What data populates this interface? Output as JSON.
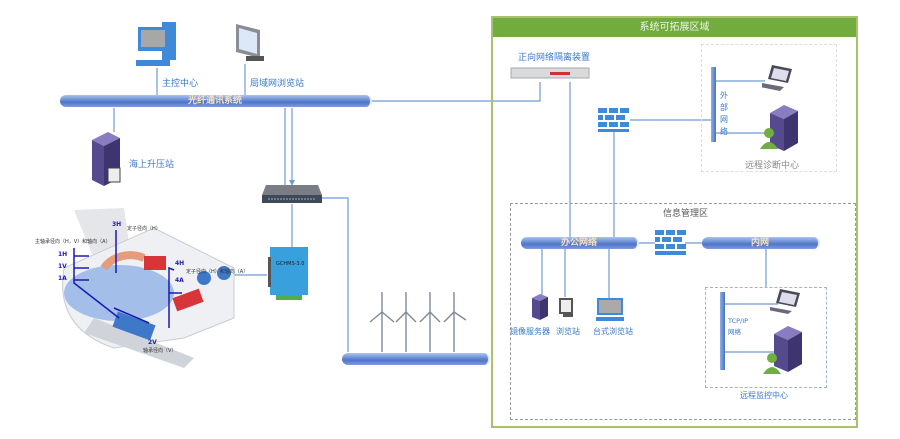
{
  "left": {
    "main_control": "主控中心",
    "lan_browser": "局域网浏览站",
    "fiber_bus": "光纤通讯系统",
    "substation": "海上升压站",
    "turbine_labels": {
      "main_bearing": "主轴承径向（H，V）和轴向（A）",
      "p1h": "1H",
      "p1v": "1V",
      "p1a": "1A",
      "p3h": "3H",
      "stator_h": "定子径向（H）",
      "p4h": "4H",
      "p4a": "4A",
      "stator_ha": "定子径向（H）和轴向（A）",
      "p2v": "2V",
      "bearing_v": "轴承径向（V）"
    },
    "daq_label": "GCHMS-3.0"
  },
  "right": {
    "region_title": "系统可拓展区域",
    "isolator": "正向网络隔离装置",
    "external_net": "外部网络",
    "remote_diag": "远程诊断中心",
    "info_zone": "信息管理区",
    "office_net": "办公网络",
    "intranet": "内网",
    "mirror_server": "镜像服务器",
    "browser": "浏览站",
    "desktop_browser": "台式浏览站",
    "tcpip_net": "TCP/IP网络",
    "remote_monitor": "远程监控中心"
  }
}
